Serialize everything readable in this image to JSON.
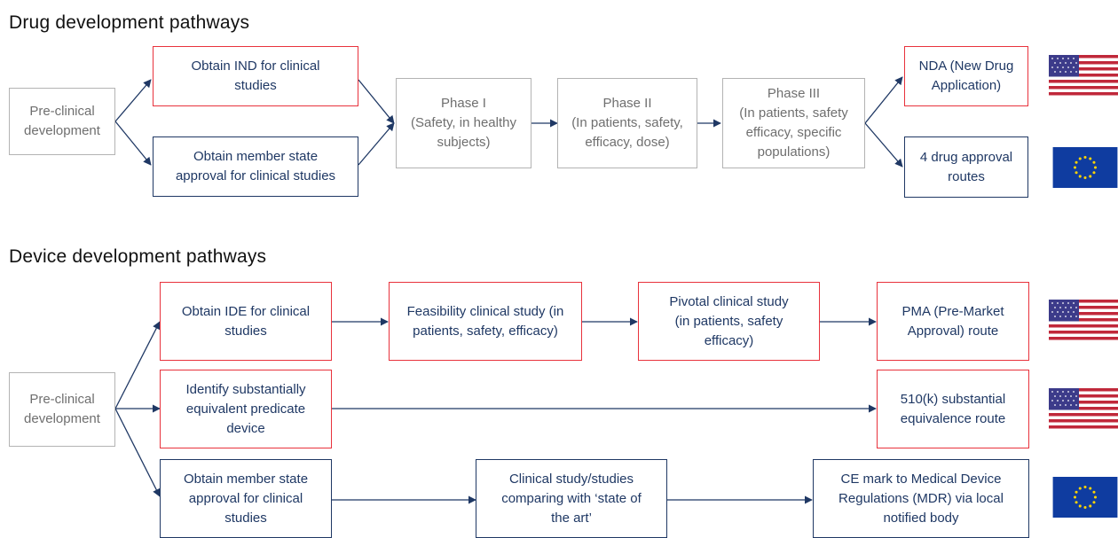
{
  "drug": {
    "title": "Drug development pathways",
    "preclinical": "Pre-clinical\ndevelopment",
    "ind": "Obtain IND for clinical\nstudies",
    "member_state": "Obtain member state\napproval for clinical studies",
    "phase1": "Phase I\n(Safety, in healthy\nsubjects)",
    "phase2": "Phase II\n(In patients, safety,\nefficacy, dose)",
    "phase3": "Phase III\n(In patients, safety\nefficacy, specific\npopulations)",
    "nda": "NDA (New Drug\nApplication)",
    "eu_routes": "4 drug approval\nroutes"
  },
  "device": {
    "title": "Device development pathways",
    "preclinical": "Pre-clinical\ndevelopment",
    "ide": "Obtain IDE for clinical\nstudies",
    "feasibility": "Feasibility clinical study (in\npatients, safety, efficacy)",
    "pivotal": "Pivotal clinical study\n(in patients, safety\nefficacy)",
    "pma": "PMA (Pre-Market\nApproval) route",
    "predicate": "Identify substantially\nequivalent predicate\ndevice",
    "k510": "510(k) substantial\nequivalence route",
    "member_state": "Obtain member state\napproval  for clinical\nstudies",
    "clinical_sota": "Clinical study/studies\ncomparing with ‘state of\nthe art’",
    "ce_mark": "CE mark to Medical Device\nRegulations (MDR) via local\nnotified body"
  },
  "colors": {
    "grey_border": "#b3b3b3",
    "red_border": "#e8323c",
    "navy": "#1f3864",
    "us_red": "#c0283a",
    "us_blue": "#3c3b8a",
    "eu_blue": "#0f3ca0",
    "eu_star": "#ffd400"
  },
  "flags": {
    "drug_us": "us-flag-icon",
    "drug_eu": "eu-flag-icon",
    "device_us_pma": "us-flag-icon",
    "device_us_510k": "us-flag-icon",
    "device_eu": "eu-flag-icon"
  }
}
